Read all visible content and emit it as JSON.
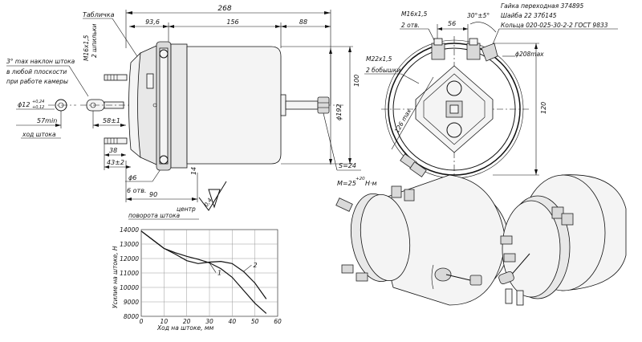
{
  "left_view": {
    "overall_length": "268",
    "dim_93_6": "93,6",
    "dim_156": "156",
    "dim_88": "88",
    "label_plate": "Табличка",
    "thread_studs": "M16x1,5",
    "studs_count": "2 шпильки",
    "note_rod_tilt_1": "3° max наклон штока",
    "note_rod_tilt_2": "в любой плоскости",
    "note_rod_tilt_3": "при работе камеры",
    "rod_diameter": "ϕ12",
    "rod_tol_upper": "+0,24",
    "rod_tol_lower": "+0,12",
    "dim_57min": "57min",
    "stroke_label": "ход штока",
    "dim_58": "58±1",
    "dim_38": "38",
    "dim_43": "43±2",
    "holes_diam": "ϕ6",
    "holes_count": "6 отв.",
    "dim_90": "90",
    "dim_14": "14",
    "roughness": "0,4",
    "center_label_1": "центр",
    "center_label_2": "поворота штока",
    "diam_192": "ϕ192",
    "dim_100": "100",
    "wrench": "S=24",
    "torque_prefix": "M=25",
    "torque_tol": "+20",
    "torque_unit": "Н·м"
  },
  "right_view": {
    "thread_holes": "M16x1,5",
    "holes_count": "2 отв.",
    "dim_56": "56",
    "angle": "30°±5°",
    "nut_note": "Гайка переходная 374895",
    "washer_note": "Шайба 22 37б145",
    "ring_note": "Кольца 020-025-30-2-2 ГОСТ 9833",
    "port_thread": "M22x1,5",
    "port_count": "2 бобышки",
    "diam_208": "ϕ208max",
    "dim_120": "120",
    "dim_126": "126 max"
  },
  "chart_data": {
    "type": "line",
    "xlabel": "Ход на штоке, мм",
    "ylabel": "Усилие на штоке, Н",
    "x_ticks": [
      0,
      10,
      20,
      30,
      40,
      50,
      60
    ],
    "y_ticks": [
      8000,
      9000,
      10000,
      11000,
      12000,
      13000,
      14000
    ],
    "xlim": [
      0,
      60
    ],
    "ylim": [
      8000,
      14000
    ],
    "grid": true,
    "series": [
      {
        "name": "1",
        "x": [
          0,
          5,
          10,
          15,
          20,
          25,
          30,
          35,
          40,
          45,
          50,
          55
        ],
        "y": [
          13900,
          13300,
          12700,
          12400,
          12150,
          11950,
          11700,
          11300,
          10700,
          9800,
          8900,
          8200
        ]
      },
      {
        "name": "2",
        "x": [
          0,
          5,
          10,
          15,
          20,
          25,
          30,
          35,
          40,
          45,
          50,
          55
        ],
        "y": [
          13900,
          13300,
          12700,
          12300,
          11850,
          11650,
          11750,
          11800,
          11650,
          11100,
          10300,
          9200
        ]
      }
    ]
  }
}
